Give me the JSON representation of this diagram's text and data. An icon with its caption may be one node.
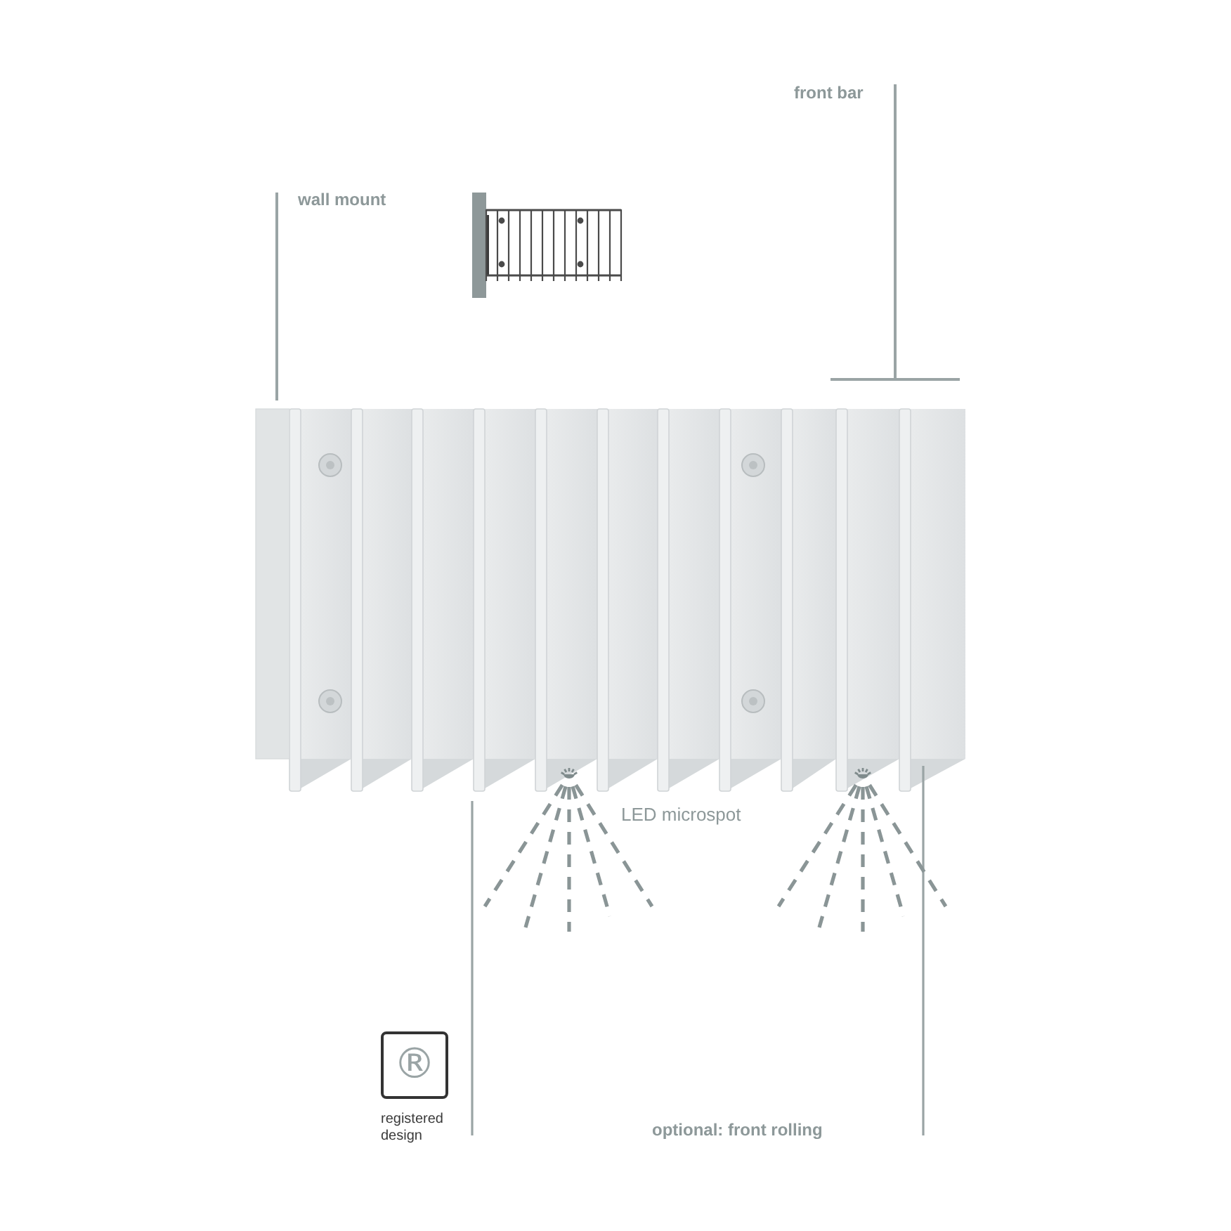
{
  "diagram": {
    "nodes": [
      {
        "text": [
          "wall mount"
        ]
      },
      {
        "text": [
          "front bar"
        ]
      },
      {
        "text": [],
        "shape": "bar"
      },
      {
        "text": [],
        "shape": "bar"
      }
    ],
    "edges": [
      {
        "from": 0,
        "to": 2,
        "arrow": "none"
      },
      {
        "from": 1,
        "to": 3,
        "arrow": "other"
      }
    ],
    "labels": [
      "LED microspot",
      "®",
      "registered design",
      "optional: front rolling"
    ]
  }
}
